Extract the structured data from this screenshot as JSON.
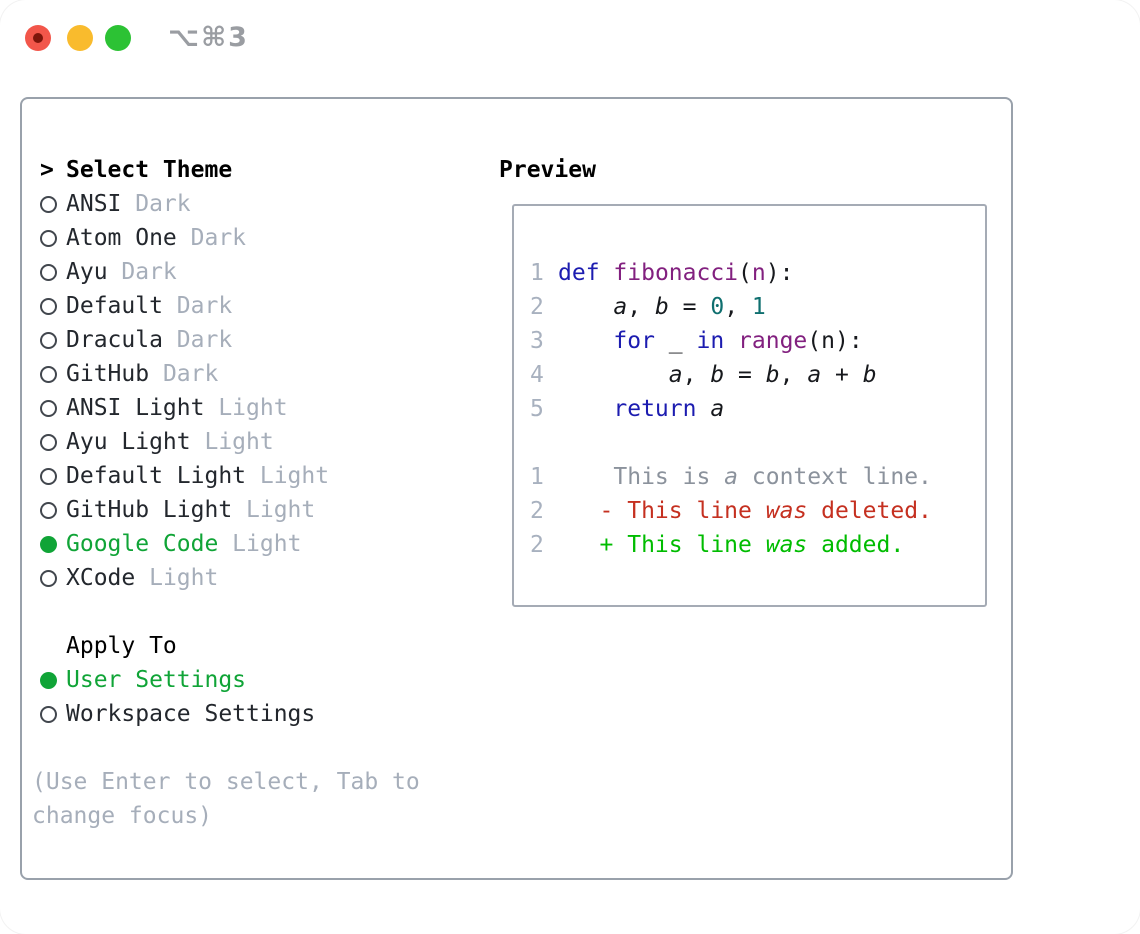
{
  "titlebar": {
    "shortcut": "⌥⌘3",
    "buttons": [
      "close",
      "minimize",
      "zoom"
    ]
  },
  "colors": {
    "accent_green": "#10a437",
    "diff_added_green": "#00bc00",
    "diff_deleted_red": "#c53020",
    "keyword_blue": "#1c1cb0",
    "function_purple": "#82207f",
    "literal_teal": "#0f6f6f",
    "muted_gray": "#a6aeba",
    "panel_border": "#99a1ab"
  },
  "theme_section": {
    "cursor": ">",
    "header": "Select Theme",
    "items": [
      {
        "name": "ANSI",
        "variant": "Dark",
        "selected": false
      },
      {
        "name": "Atom One",
        "variant": "Dark",
        "selected": false
      },
      {
        "name": "Ayu",
        "variant": "Dark",
        "selected": false
      },
      {
        "name": "Default",
        "variant": "Dark",
        "selected": false
      },
      {
        "name": "Dracula",
        "variant": "Dark",
        "selected": false
      },
      {
        "name": "GitHub",
        "variant": "Dark",
        "selected": false
      },
      {
        "name": "ANSI Light",
        "variant": "Light",
        "selected": false
      },
      {
        "name": "Ayu Light",
        "variant": "Light",
        "selected": false
      },
      {
        "name": "Default Light",
        "variant": "Light",
        "selected": false
      },
      {
        "name": "GitHub Light",
        "variant": "Light",
        "selected": false
      },
      {
        "name": "Google Code",
        "variant": "Light",
        "selected": true
      },
      {
        "name": "XCode",
        "variant": "Light",
        "selected": false
      }
    ]
  },
  "apply_section": {
    "header": "Apply To",
    "items": [
      {
        "name": "User Settings",
        "selected": true
      },
      {
        "name": "Workspace Settings",
        "selected": false
      }
    ]
  },
  "help_text": {
    "line1": "(Use Enter to select, Tab to",
    "line2": "change focus)"
  },
  "preview": {
    "title": "Preview",
    "lines": [
      {
        "num": "1",
        "segments": [
          {
            "t": "def",
            "c": "kw"
          },
          {
            "t": " ",
            "c": "pl"
          },
          {
            "t": "fibonacci",
            "c": "fn"
          },
          {
            "t": "(",
            "c": "pl"
          },
          {
            "t": "n",
            "c": "fn"
          },
          {
            "t": "):",
            "c": "pl"
          }
        ]
      },
      {
        "num": "2",
        "segments": [
          {
            "t": "    ",
            "c": "pl"
          },
          {
            "t": "a",
            "c": "var"
          },
          {
            "t": ", ",
            "c": "pl"
          },
          {
            "t": "b",
            "c": "var"
          },
          {
            "t": " = ",
            "c": "pl"
          },
          {
            "t": "0",
            "c": "lit"
          },
          {
            "t": ", ",
            "c": "pl"
          },
          {
            "t": "1",
            "c": "lit"
          }
        ]
      },
      {
        "num": "3",
        "segments": [
          {
            "t": "    ",
            "c": "pl"
          },
          {
            "t": "for",
            "c": "kw"
          },
          {
            "t": " _ ",
            "c": "pl"
          },
          {
            "t": "in",
            "c": "kw"
          },
          {
            "t": " ",
            "c": "pl"
          },
          {
            "t": "range",
            "c": "fn"
          },
          {
            "t": "(n):",
            "c": "pl"
          }
        ]
      },
      {
        "num": "4",
        "segments": [
          {
            "t": "        ",
            "c": "pl"
          },
          {
            "t": "a",
            "c": "var"
          },
          {
            "t": ", ",
            "c": "pl"
          },
          {
            "t": "b",
            "c": "var"
          },
          {
            "t": " = ",
            "c": "pl"
          },
          {
            "t": "b",
            "c": "var"
          },
          {
            "t": ", ",
            "c": "pl"
          },
          {
            "t": "a",
            "c": "var"
          },
          {
            "t": " + ",
            "c": "pl"
          },
          {
            "t": "b",
            "c": "var"
          }
        ]
      },
      {
        "num": "5",
        "segments": [
          {
            "t": "    ",
            "c": "pl"
          },
          {
            "t": "return",
            "c": "kw"
          },
          {
            "t": " ",
            "c": "pl"
          },
          {
            "t": "a",
            "c": "var"
          }
        ]
      },
      {
        "num": "",
        "segments": []
      },
      {
        "num": "1",
        "segments": [
          {
            "t": "    This is ",
            "c": "ctx"
          },
          {
            "t": "a",
            "c": "ctx-i"
          },
          {
            "t": " context line.",
            "c": "ctx"
          }
        ]
      },
      {
        "num": "2",
        "segments": [
          {
            "t": "   - This line ",
            "c": "del"
          },
          {
            "t": "was",
            "c": "del-i"
          },
          {
            "t": " deleted.",
            "c": "del"
          }
        ]
      },
      {
        "num": "2",
        "segments": [
          {
            "t": "   + This line ",
            "c": "add"
          },
          {
            "t": "was",
            "c": "add-i"
          },
          {
            "t": " added.",
            "c": "add"
          }
        ]
      }
    ]
  }
}
